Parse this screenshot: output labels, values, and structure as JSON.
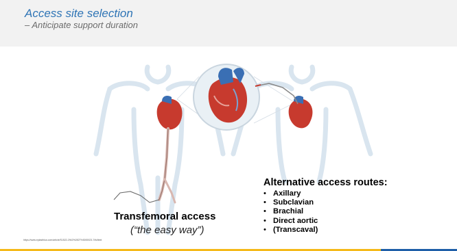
{
  "slide": {
    "title": "Access site selection",
    "subtitle": "– Anticipate support duration"
  },
  "transfemoral": {
    "label": "Transfemoral access",
    "note": "(“the easy way”)"
  },
  "alternative": {
    "heading": "Alternative access routes:",
    "bullet": "•",
    "items": [
      "Axillary",
      "Subclavian",
      "Brachial",
      "Direct aortic",
      "(Transcaval)"
    ]
  },
  "source_url": "https://www.eplasthica.com/article/S1522-2942%2827%3000023-7/fulltext",
  "colors": {
    "title": "#2e74b5",
    "header_bg": "#f2f2f2",
    "body_outline": "#d9e5ef",
    "accent_gold": "#f5b919",
    "accent_blue": "#1f5fa8"
  },
  "icons": [
    "heart-illustration",
    "body-silhouette",
    "catheter-line"
  ]
}
